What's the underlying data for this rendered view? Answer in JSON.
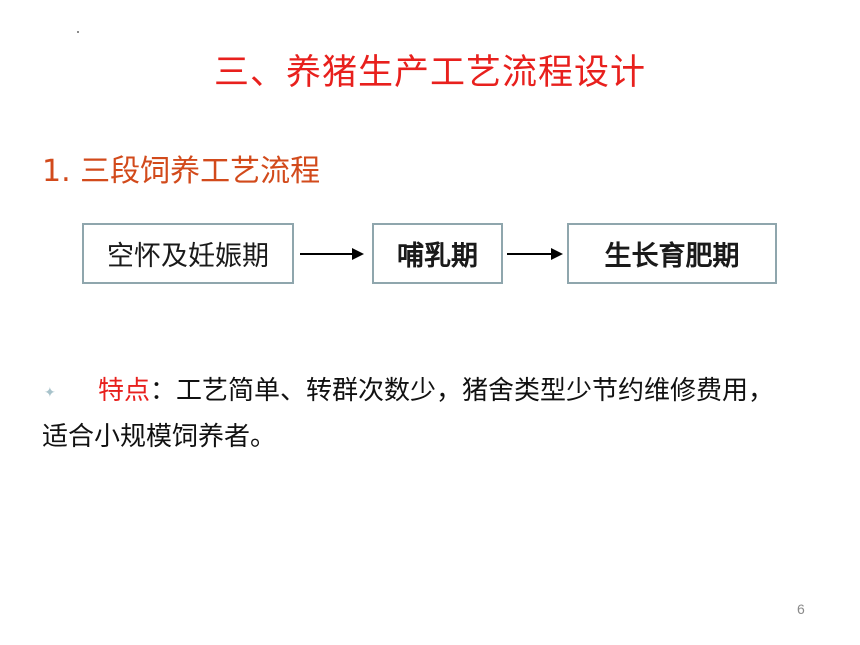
{
  "slide": {
    "title": "三、养猪生产工艺流程设计",
    "subtitle": "1. 三段饲养工艺流程",
    "flow": {
      "steps": [
        "空怀及妊娠期",
        "哺乳期",
        "生长育肥期"
      ]
    },
    "feature": {
      "keyword": "特点",
      "text": "：工艺简单、转群次数少，猪舍类型少节约维修费用，适合小规模饲养者。"
    },
    "page_number": "6"
  }
}
